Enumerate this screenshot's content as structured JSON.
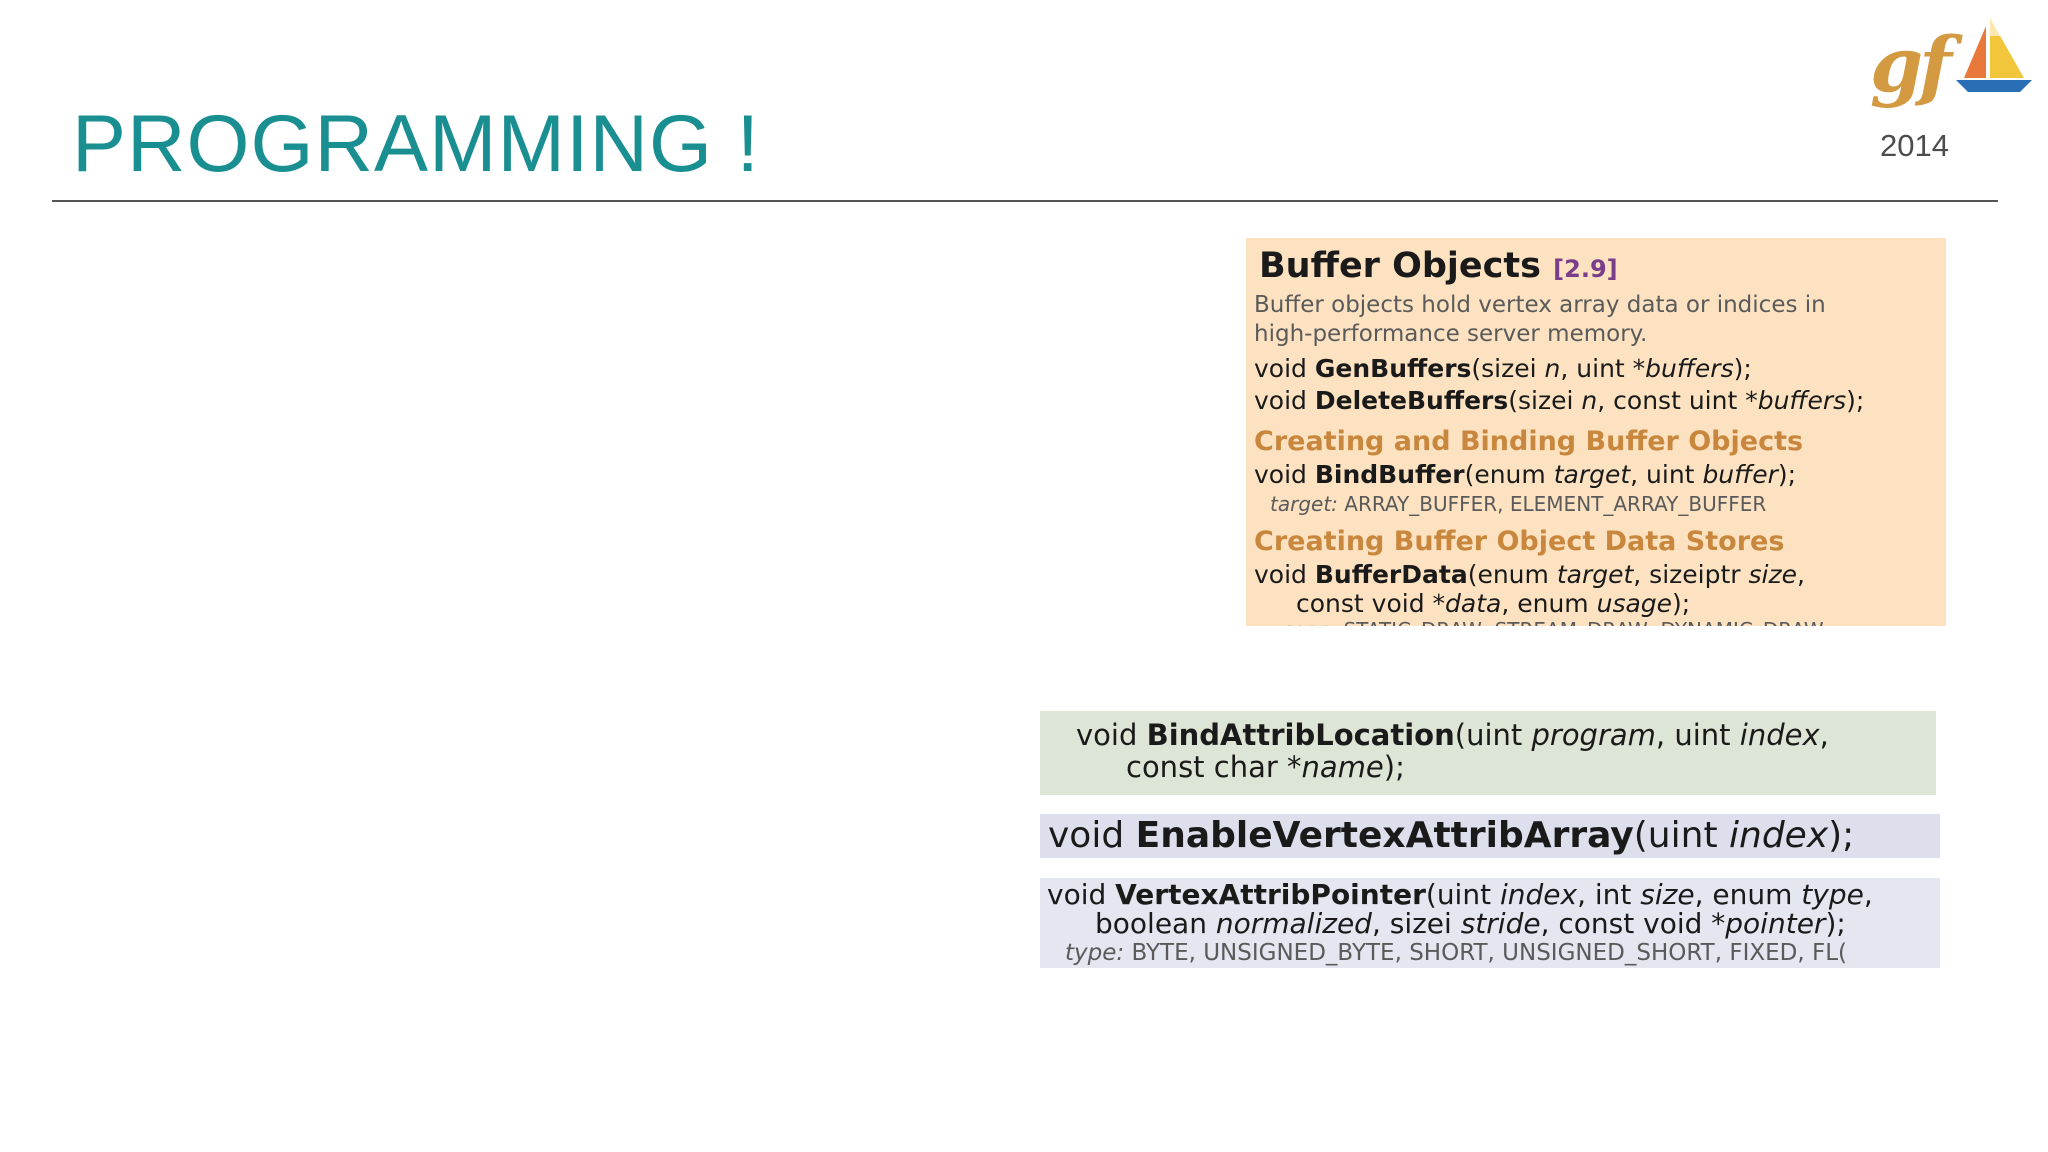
{
  "slide": {
    "title": "PROGRAMMING !",
    "logo_text": "gf",
    "year": "2014"
  },
  "buffer_objects": {
    "heading": "Buffer Objects",
    "ref": "[2.9]",
    "desc1": "Buffer objects hold vertex array data or indices in",
    "desc2": "high-performance server memory.",
    "gen": {
      "ret": "void ",
      "name": "GenBuffers",
      "a": "(sizei ",
      "b": "n",
      "c": ", uint *",
      "d": "buffers",
      "e": ");"
    },
    "del": {
      "ret": "void ",
      "name": "DeleteBuffers",
      "a": "(sizei ",
      "b": "n",
      "c": ", const uint *",
      "d": "buffers",
      "e": ");"
    },
    "section1": "Creating and Binding Buffer Objects",
    "bind": {
      "ret": "void ",
      "name": "BindBuffer",
      "a": "(enum ",
      "b": "target",
      "c": ", uint ",
      "d": "buffer",
      "e": ");"
    },
    "bind_note_label": "target:",
    "bind_note": " ARRAY_BUFFER, ELEMENT_ARRAY_BUFFER",
    "section2": "Creating Buffer Object Data Stores",
    "data": {
      "ret": "void ",
      "name": "BufferData",
      "a": "(enum ",
      "b": "target",
      "c": ", sizeiptr ",
      "d": "size",
      "e": ","
    },
    "data2": {
      "a": "const void *",
      "b": "data",
      "c": ", enum ",
      "d": "usage",
      "e": ");"
    },
    "usage_label": "usage",
    "usage_note": ": STATIC_DRAW, STREAM_DRAW, DYNAMIC_DRAW"
  },
  "bind_attrib": {
    "ret": "void ",
    "name": "BindAttribLocation",
    "a": "(uint ",
    "b": "program",
    "c": ", uint ",
    "d": "index",
    "e": ",",
    "line2_a": "const char *",
    "line2_b": "name",
    "line2_c": ");"
  },
  "enable_attrib": {
    "ret": "void ",
    "name": "EnableVertexAttribArray",
    "a": "(uint ",
    "b": "index",
    "c": ");"
  },
  "attrib_pointer": {
    "ret": "void ",
    "name": "VertexAttribPointer",
    "a": "(uint ",
    "b": "index",
    "c": ", int ",
    "d": "size",
    "e": ", enum ",
    "f": "type",
    "g": ",",
    "l2a": "boolean ",
    "l2b": "normalized",
    "l2c": ", sizei ",
    "l2d": "stride",
    "l2e": ", const void *",
    "l2f": "pointer",
    "l2g": ");",
    "note_label": "type:",
    "note": " BYTE, UNSIGNED_BYTE, SHORT, UNSIGNED_SHORT, FIXED, FL("
  },
  "colors": {
    "title": "#1a8f92",
    "buffer_bg": "#fde2c2",
    "section": "#c8873c",
    "attrib_bg": "#dde6d6",
    "enable_bg": "#dde0ec"
  }
}
